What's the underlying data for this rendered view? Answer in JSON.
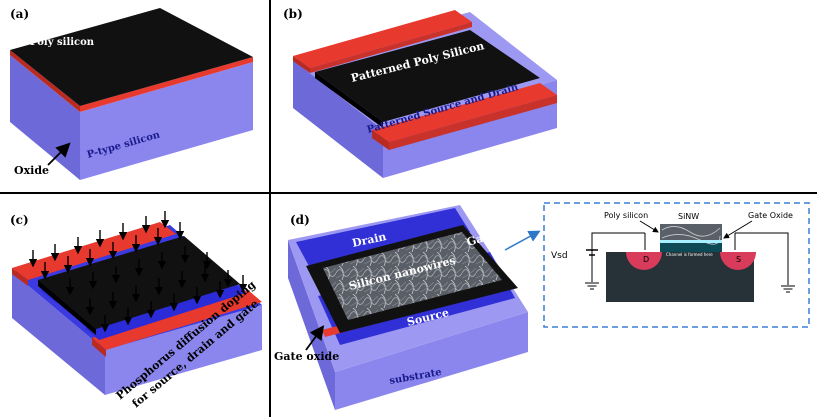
{
  "panels": {
    "a": {
      "letter": "(a)",
      "poly_label": "Poly silicon",
      "oxide_label": "Oxide",
      "substrate_label": "P-type silicon"
    },
    "b": {
      "letter": "(b)",
      "poly_label": "Patterned Poly Silicon",
      "sd_label": "Patterned Source and Drain"
    },
    "c": {
      "letter": "(c)",
      "doping_line1": "Phosphorus diffusion doping",
      "doping_line2": "for source, drain and  gate"
    },
    "d": {
      "letter": "(d)",
      "drain_label": "Drain",
      "gate_poly_label": "Gate poly",
      "nanowire_label": "Silicon nanowires",
      "source_label": "Source",
      "gate_oxide_label": "Gate oxide",
      "substrate_label": "substrate"
    },
    "inset": {
      "poly_label": "Poly silicon",
      "sinw_label": "SiNW",
      "gate_oxide_label": "Gate Oxide",
      "vsd_label": "Vsd",
      "d_label": "D",
      "s_label": "S",
      "channel_label": "Channel is formed here"
    }
  },
  "colors": {
    "substrate_blue": "#8a86ee",
    "poly_black": "#111111",
    "oxide_red": "#e8392e",
    "doped_blue": "#2b2bd8",
    "inset_border": "#3a7fd0"
  }
}
